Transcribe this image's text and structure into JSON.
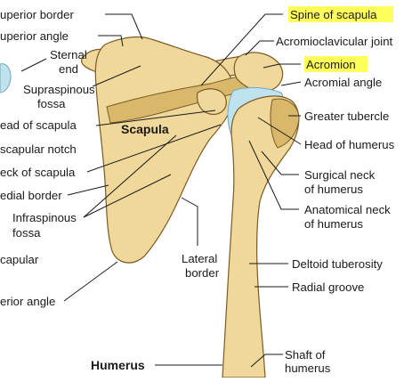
{
  "colors": {
    "bone": "#f0d79a",
    "bone_shade": "#d9b86c",
    "bone_outline": "#7a5b24",
    "cartilage": "#bfe3ee",
    "highlight": "#ffff5a"
  },
  "labels": {
    "superior_border": "uperior border",
    "superior_angle": "uperior angle",
    "sternal_end_1": "Sternal",
    "sternal_end_2": "end",
    "supraspinous_1": "Supraspinous",
    "supraspinous_2": "fossa",
    "head_of_scapula": "ead of scapula",
    "scapula": "Scapula",
    "scapular_notch": "scapular notch",
    "neck_of_scapula": "eck of scapula",
    "medial_border": "edial border",
    "infraspinous_1": "Infraspinous",
    "infraspinous_2": "fossa",
    "capular": "capular",
    "inferior_angle": "erior angle",
    "spine_of_scapula": "Spine of scapula",
    "acromioclavicular": "Acromioclavicular joint",
    "acromion": "Acromion",
    "acromial_angle": "Acromial angle",
    "greater_tubercle": "Greater tubercle",
    "head_of_humerus": "Head of humerus",
    "surgical_neck_1": "Surgical neck",
    "surgical_neck_2": "of humerus",
    "anatomical_neck_1": "Anatomical neck",
    "anatomical_neck_2": "of humerus",
    "lateral_border_1": "Lateral",
    "lateral_border_2": "border",
    "deltoid_tuberosity": "Deltoid tuberosity",
    "radial_groove": "Radial groove",
    "humerus": "Humerus",
    "shaft_1": "Shaft of",
    "shaft_2": "humerus"
  }
}
